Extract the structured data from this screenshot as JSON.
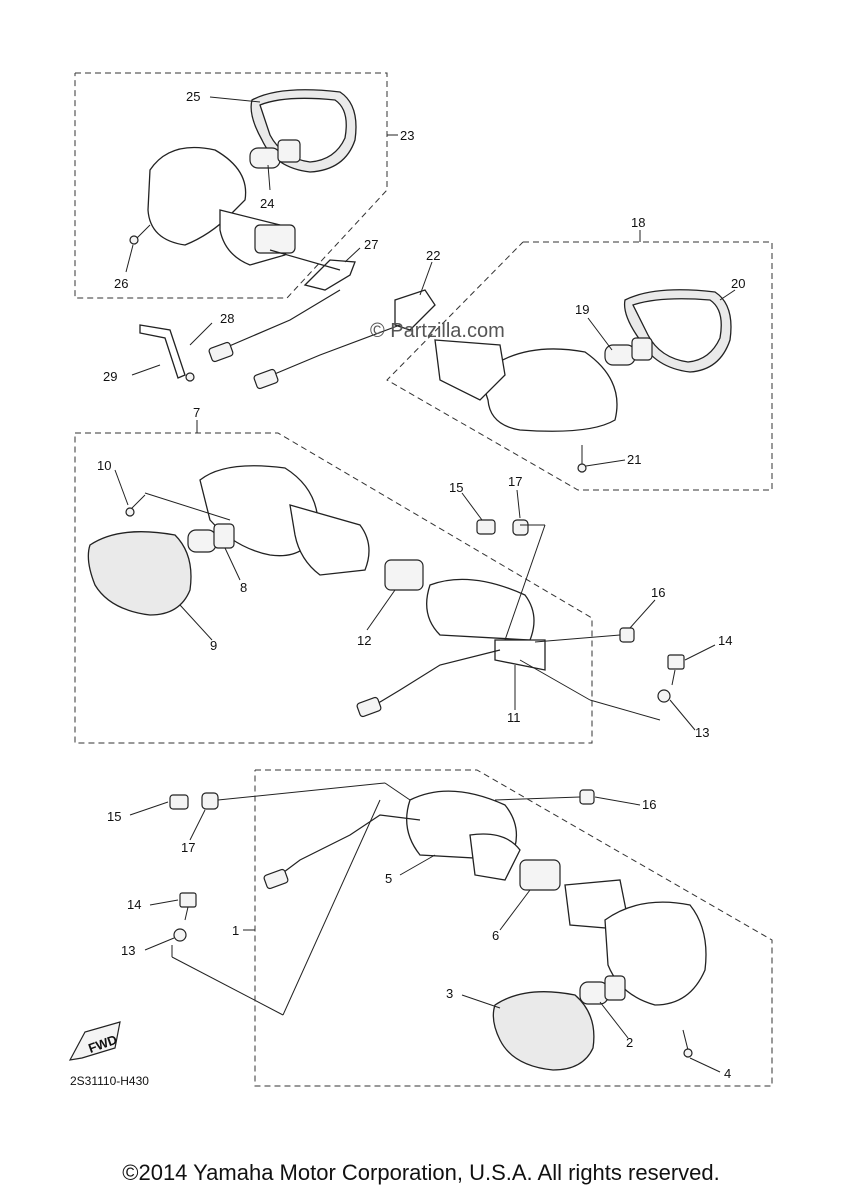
{
  "watermark": "© Partzilla.com",
  "drawing_code": "2S31110-H430",
  "fwd_label": "FWD",
  "copyright": "©2014 Yamaha Motor Corporation, U.S.A. All rights reserved.",
  "labels": {
    "p1": "1",
    "p2": "2",
    "p3": "3",
    "p4": "4",
    "p5": "5",
    "p6": "6",
    "p7": "7",
    "p8": "8",
    "p9": "9",
    "p10": "10",
    "p11": "11",
    "p12": "12",
    "p13a": "13",
    "p13b": "13",
    "p14a": "14",
    "p14b": "14",
    "p15a": "15",
    "p15b": "15",
    "p16a": "16",
    "p16b": "16",
    "p17a": "17",
    "p17b": "17",
    "p18": "18",
    "p19": "19",
    "p20": "20",
    "p21": "21",
    "p22": "22",
    "p23": "23",
    "p24": "24",
    "p25": "25",
    "p26": "26",
    "p27": "27",
    "p28": "28",
    "p29": "29"
  }
}
